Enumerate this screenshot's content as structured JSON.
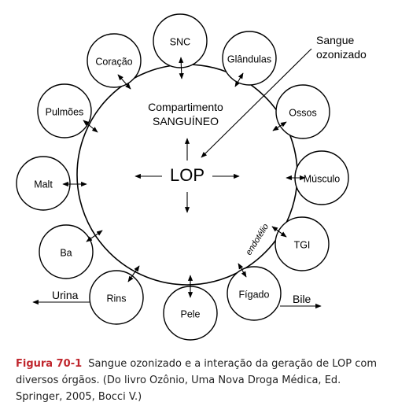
{
  "diagram": {
    "center_label_line1": "Compartimento",
    "center_label_line2": "SANGUÍNEO",
    "lop": "LOP",
    "ozone_label_line1": "Sangue",
    "ozone_label_line2": "ozonizado",
    "endothelium": "endotélio",
    "urina": "Urina",
    "bile": "Bile",
    "organs": {
      "snc": "SNC",
      "coracao": "Coração",
      "glandulas": "Glândulas",
      "pulmoes": "Pulmões",
      "ossos": "Ossos",
      "malt": "Malt",
      "musculo": "Músculo",
      "ba": "Ba",
      "tgi": "TGI",
      "rins": "Rins",
      "figado": "Fígado",
      "pele": "Pele"
    }
  },
  "caption": {
    "figure_number": "Figura 70-1",
    "text": "Sangue ozonizado e a interação da geração de LOP com diversos órgãos. (Do livro Ozônio, Uma Nova Droga Médica, Ed. Springer, 2005, Bocci V.)",
    "accent_color": "#c0262d"
  }
}
